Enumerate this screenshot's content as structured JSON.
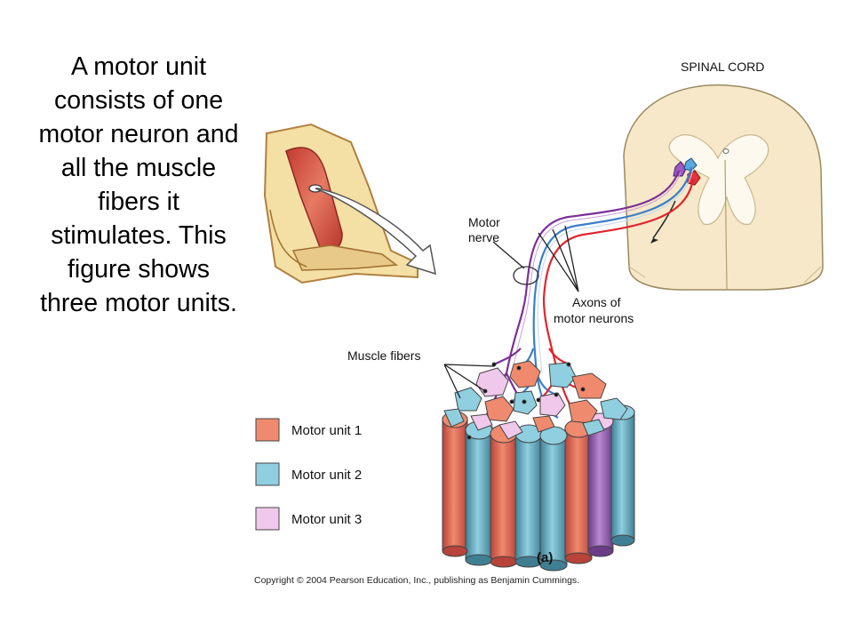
{
  "caption": {
    "lines": [
      "A motor unit",
      "consists of one",
      "motor neuron and",
      "all the muscle",
      "fibers it",
      "stimulates.  This",
      "figure shows",
      "three motor units."
    ]
  },
  "labels": {
    "spinal_cord": "SPINAL CORD",
    "motor_nerve_line1": "Motor",
    "motor_nerve_line2": "nerve",
    "axons_line1": "Axons of",
    "axons_line2": "motor neurons",
    "muscle_fibers": "Muscle fibers",
    "panel": "(a)"
  },
  "legend": [
    {
      "label": "Motor unit 1",
      "color": "#f08a6e"
    },
    {
      "label": "Motor unit 2",
      "color": "#8fcfdf"
    },
    {
      "label": "Motor unit 3",
      "color": "#f0c8ec"
    }
  ],
  "copyright": "Copyright © 2004 Pearson Education, Inc., publishing as Benjamin Cummings.",
  "colors": {
    "unit1_fill": "#f08a6e",
    "unit1_axon": "#e0242e",
    "unit2_fill": "#8fcfdf",
    "unit2_axon": "#3c7fc6",
    "unit3_fill": "#f0c8ec",
    "unit3_axon": "#7b2f98",
    "spinal_white": "#f6e8c8",
    "spinal_grey": "#fdf9ee",
    "skin": "#f4dfa4",
    "muscle": "#d85545"
  }
}
